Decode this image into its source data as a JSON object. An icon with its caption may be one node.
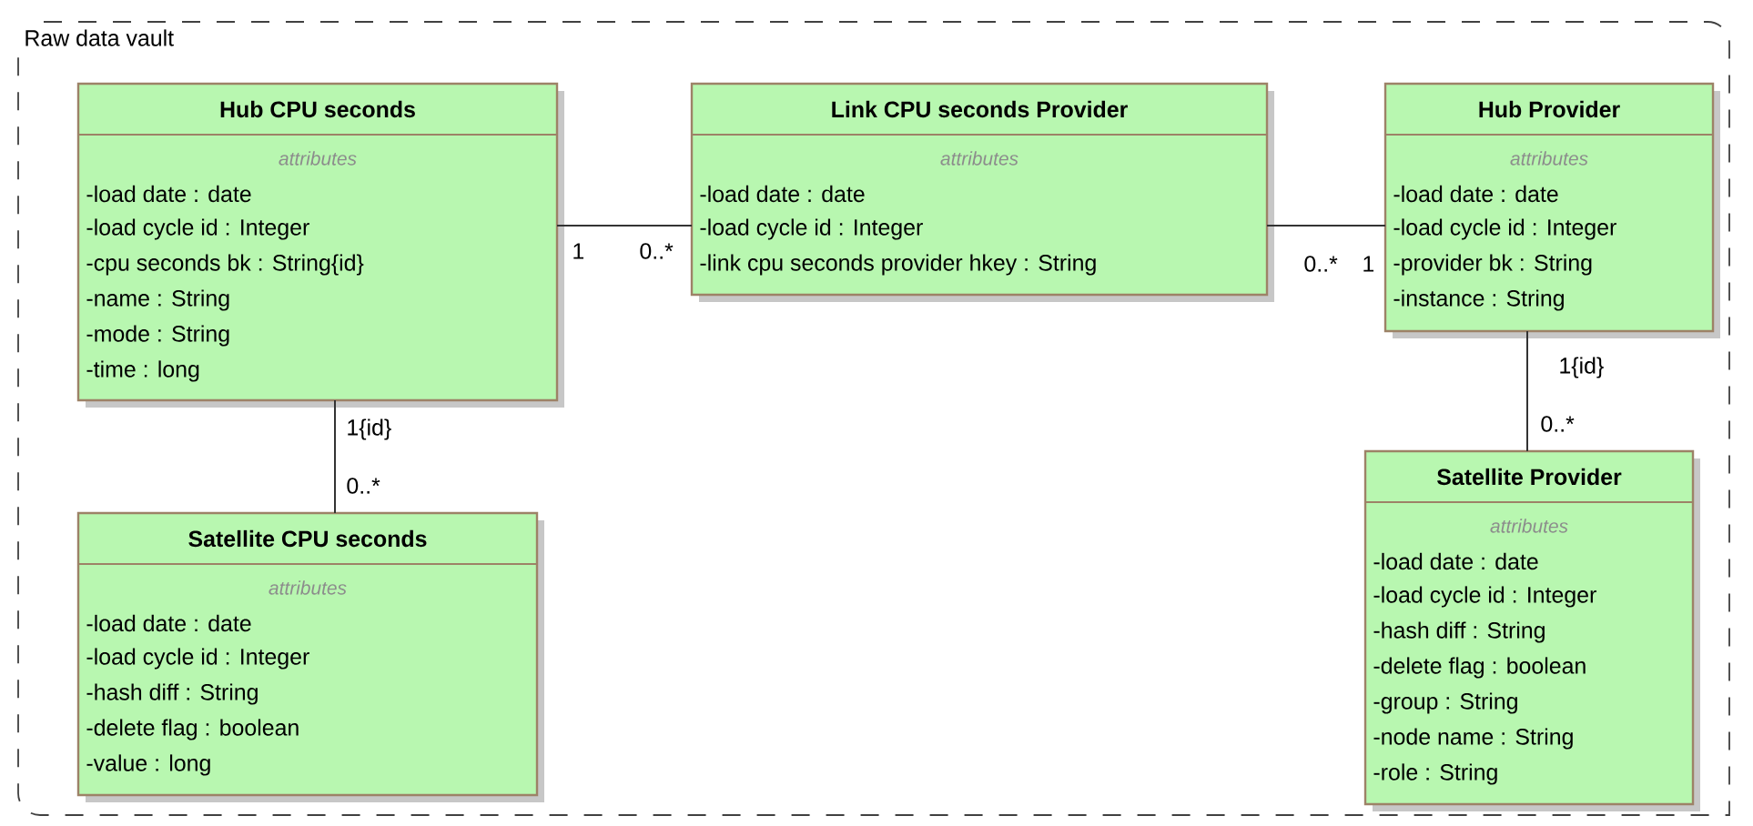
{
  "diagram": {
    "nodes": [
      {
        "text": [
          "Raw data vault"
        ]
      },
      {
        "text": [
          "Hub CPU seconds",
          "attributes",
          "-load date : date",
          "-load cycle id : Integer",
          "-cpu seconds bk : String{id}",
          "-name : String",
          "-mode : String",
          "-time : long"
        ],
        "in": 0
      },
      {
        "text": [
          "Link CPU seconds Provider",
          "attributes",
          "-load date : date",
          "-load cycle id : Integer",
          "-link cpu seconds provider hkey : String"
        ],
        "in": 0
      },
      {
        "text": [
          "Hub Provider",
          "attributes",
          "-load date : date",
          "-load cycle id : Integer",
          "-provider bk : String",
          "-instance : String"
        ],
        "in": 0
      },
      {
        "text": [
          "Satellite CPU seconds",
          "attributes",
          "-load date : date",
          "-load cycle id : Integer",
          "-hash diff : String",
          "-delete flag : boolean",
          "-value : long"
        ],
        "in": 0
      },
      {
        "text": [
          "Satellite Provider",
          "attributes",
          "-load date : date",
          "-load cycle id : Integer",
          "-hash diff : String",
          "-delete flag : boolean",
          "-group : String",
          "-node name : String",
          "-role : String"
        ],
        "in": 0
      }
    ],
    "edges": [
      {
        "from": 1,
        "to": 2,
        "arrow": "none"
      },
      {
        "from": 2,
        "to": 3,
        "arrow": "none"
      },
      {
        "from": 1,
        "to": 4,
        "arrow": "none"
      },
      {
        "from": 3,
        "to": 5,
        "arrow": "none"
      }
    ],
    "labels": [
      "1",
      "0..*",
      "0..*",
      "1",
      "1{id}",
      "0..*",
      "1{id}",
      "0..*"
    ]
  }
}
